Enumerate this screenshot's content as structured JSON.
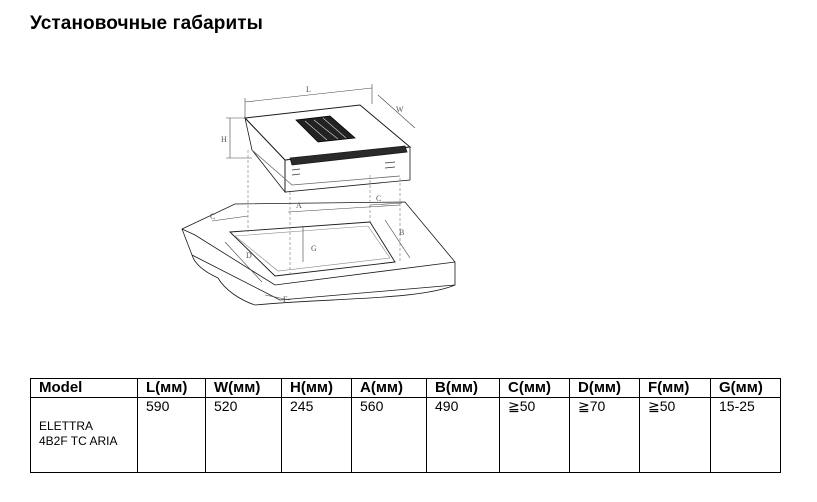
{
  "title": "Установочные габариты",
  "diagram_labels": {
    "L": "L",
    "W": "W",
    "H": "H",
    "A": "A",
    "B": "B",
    "C1": "C",
    "C2": "C",
    "D": "D",
    "F": "F",
    "G": "G"
  },
  "table": {
    "headers": [
      "Model",
      "L(мм)",
      "W(мм)",
      "H(мм)",
      "A(мм)",
      "B(мм)",
      "C(мм)",
      "D(мм)",
      "F(мм)",
      "G(мм)"
    ],
    "row": {
      "model_line1": "ELETTRA",
      "model_line2": "4B2F TC ARIA",
      "values": [
        "590",
        "520",
        "245",
        "560",
        "490",
        "≧50",
        "≧70",
        "≧50",
        "15-25"
      ]
    }
  }
}
